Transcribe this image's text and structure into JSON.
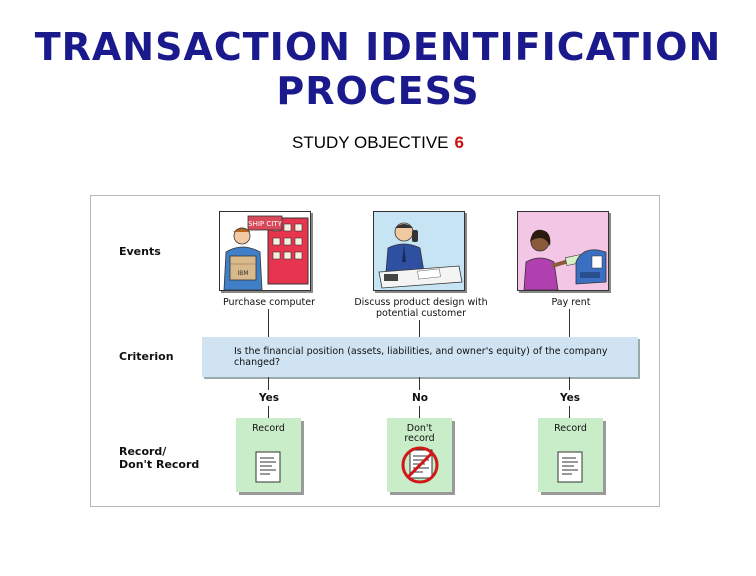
{
  "title": {
    "line1": "TRANSACTION IDENTIFICATION",
    "line2": "PROCESS"
  },
  "subtitle": {
    "text": "STUDY OBJECTIVE",
    "number": "6"
  },
  "diagram": {
    "row_labels": {
      "events": "Events",
      "criterion": "Criterion",
      "record_line1": "Record/",
      "record_line2": "Don't Record"
    },
    "events": [
      {
        "line1": "Purchase computer",
        "line2": ""
      },
      {
        "line1": "Discuss product design with",
        "line2": "potential customer"
      },
      {
        "line1": "Pay rent",
        "line2": ""
      }
    ],
    "picture_text": {
      "store_sign": "SHIP CITY",
      "box_label": "IBM"
    },
    "criterion_text": "Is the  financial position (assets, liabilities, and owner's equity) of the company changed?",
    "answers": [
      "Yes",
      "No",
      "Yes"
    ],
    "decisions": [
      {
        "line1": "Record",
        "line2": ""
      },
      {
        "line1": "Don't",
        "line2": "record"
      },
      {
        "line1": "Record",
        "line2": ""
      }
    ],
    "colors": {
      "title": "#1a1a8c",
      "objective_number": "#cc1111",
      "criterion_box": "#cfe3f2",
      "decision_card": "#c9ecc9"
    }
  }
}
